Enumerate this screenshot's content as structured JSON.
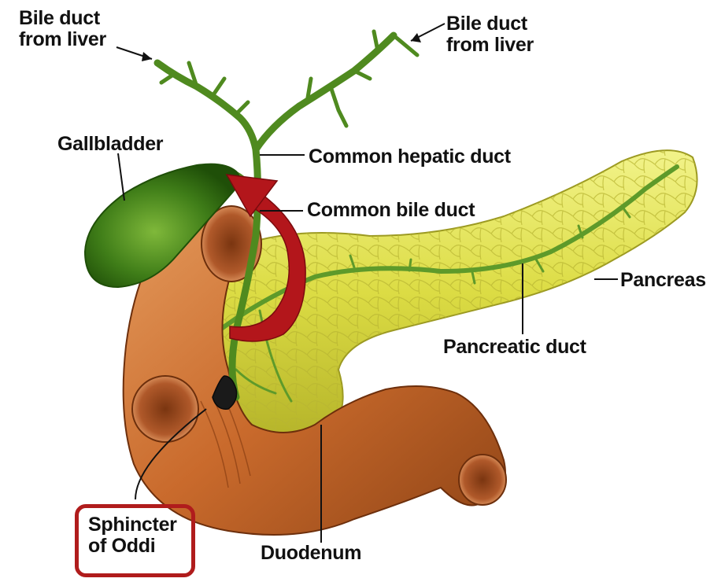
{
  "labels": {
    "bile_duct_left": [
      "Bile duct",
      "from liver"
    ],
    "bile_duct_right": [
      "Bile duct",
      "from liver"
    ],
    "gallbladder": "Gallbladder",
    "common_hepatic_duct": "Common hepatic duct",
    "common_bile_duct": "Common bile duct",
    "pancreas": "Pancreas",
    "pancreatic_duct": "Pancreatic duct",
    "sphincter": [
      "Sphincter",
      "of Oddi"
    ],
    "duodenum": "Duodenum"
  },
  "colors": {
    "duct_green": "#4f8a1f",
    "gallbladder_green": "#3f7d18",
    "pancreas_yellow": "#e3e455",
    "duodenum_orange": "#c96a2c",
    "flow_arrow_red": "#b3161b",
    "highlight_border": "#b01c1c"
  }
}
